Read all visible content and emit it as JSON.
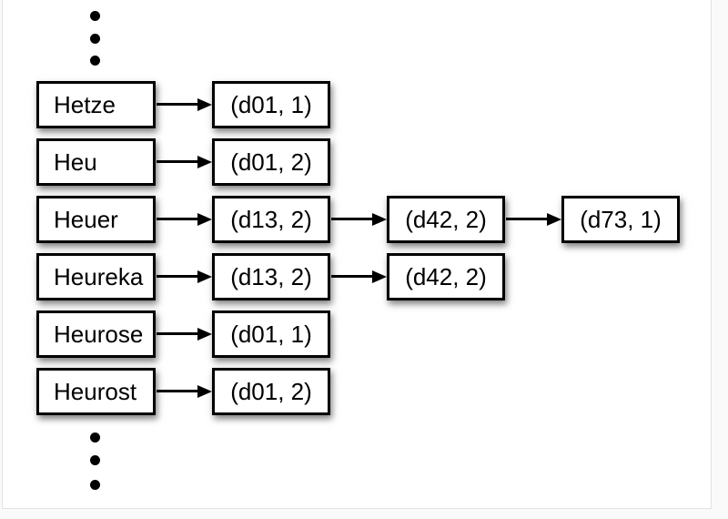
{
  "diagram": {
    "title": "",
    "rows": [
      {
        "term": "Hetze",
        "postings": [
          "(d01, 1)"
        ]
      },
      {
        "term": "Heu",
        "postings": [
          "(d01, 2)"
        ]
      },
      {
        "term": "Heuer",
        "postings": [
          "(d13, 2)",
          "(d42, 2)",
          "(d73, 1)"
        ]
      },
      {
        "term": "Heureka",
        "postings": [
          "(d13, 2)",
          "(d42, 2)"
        ]
      },
      {
        "term": "Heurose",
        "postings": [
          "(d01, 1)"
        ]
      },
      {
        "term": "Heurost",
        "postings": [
          "(d01, 2)"
        ]
      }
    ],
    "colors": {
      "box_border": "#000000",
      "box_fill": "#ffffff",
      "text": "#000000",
      "arrow": "#000000",
      "page_background": "#ffffff",
      "outer_background": "#fafafa",
      "page_border": "#e2e2e2"
    }
  }
}
